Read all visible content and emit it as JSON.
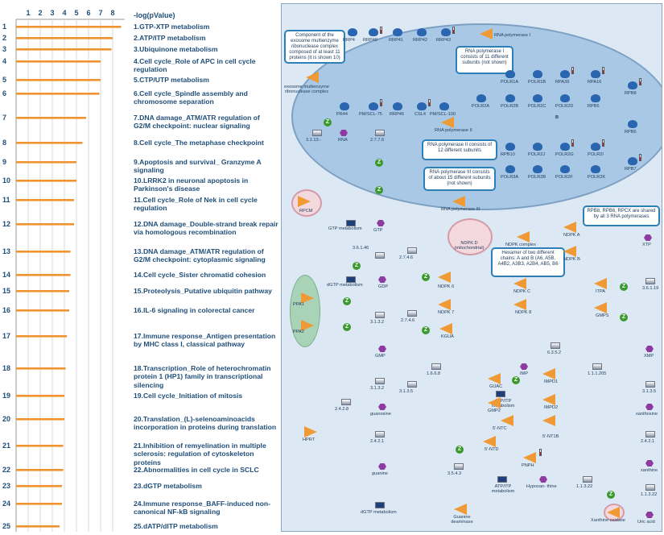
{
  "chart_data": {
    "type": "bar",
    "orientation": "horizontal",
    "xlabel": "-log(pValue)",
    "xticks": [
      1,
      2,
      3,
      4,
      5,
      6,
      7,
      8
    ],
    "xlim": [
      0,
      9
    ],
    "grid": true,
    "bar_color": "#f0932e",
    "categories": [
      "1",
      "2",
      "3",
      "4",
      "5",
      "6",
      "7",
      "8",
      "9",
      "10",
      "11",
      "12",
      "13",
      "14",
      "15",
      "16",
      "17",
      "18",
      "19",
      "20",
      "21",
      "22",
      "23",
      "24",
      "25"
    ],
    "values": [
      8.7,
      8.0,
      7.9,
      7.0,
      7.0,
      6.9,
      5.8,
      5.5,
      5.0,
      5.0,
      4.8,
      4.8,
      4.5,
      4.5,
      4.4,
      4.4,
      4.2,
      4.1,
      4.0,
      4.0,
      3.9,
      3.9,
      3.8,
      3.8,
      3.6
    ],
    "terms": [
      "1.GTP-XTP metabolism",
      "2.ATP/ITP metabolism",
      "3.Ubiquinone metabolism",
      "4.Cell cycle_Role of APC in cell cycle regulation",
      "5.CTP/UTP metabolism",
      "6.Cell cycle_Spindle assembly and chromosome separation",
      "7.DNA damage_ATM/ATR regulation of G2/M checkpoint: nuclear signaling",
      "8.Cell cycle_The metaphase checkpoint",
      "9.Apoptosis and survival_ Granzyme A signaling",
      "10.LRRK2 in neuronal apoptosis in Parkinson's disease",
      "11.Cell cycle_Role of Nek in cell cycle regulation",
      "12.DNA damage_Double-strand break repair via homologous recombination",
      "13.DNA damage_ATM/ATR regulation of G2/M checkpoint: cytoplasmic signaling",
      "14.Cell cycle_Sister chromatid cohesion",
      "15.Proteolysis_Putative ubiquitin pathway",
      "16.IL-6 signaling in colorectal cancer",
      "17.Immune response_Antigen presentation by MHC class I, classical pathway",
      "18.Transcription_Role of heterochromatin protein 1 (HP1) family in transcriptional silencing",
      "19.Cell cycle_Initiation of mitosis",
      "20.Translation_(L)-selenoaminoacids incorporation in proteins during translation",
      "21.Inhibition of remyelination in multiple sclerosis: regulation of cytoskeleton proteins",
      "22.Abnormalities in cell cycle in SCLC",
      "23.dGTP metabolism",
      "24.Immune response_BAFF-induced non-canonical NF-kB signaling",
      "25.dATP/dITP metabolism"
    ]
  },
  "map": {
    "callouts": [
      "Component of the exosome multienzyme ribonuclease complex composed of at least 11 proteins (it is shown 10)",
      "RNA polymerase I consists of 11 different subunits (not shown)",
      "RNA polymerase II consists of 12 different subunits",
      "RNA polymerase III consists of about 15 different subunits (not shown)",
      "RPB8, RPB6, RPCX are shared by all 3 RNA polymerases",
      "Hexamer of two different chains: A and B (A6, A5B, A4B2, A3B3, A2B4, AB5, B6"
    ],
    "labels": {
      "exosome": "exosome multienzyme ribonuclease complex",
      "polI": "RNA polymerase I",
      "polII": "RNA polymerase II",
      "polIII": "RNA polymerase III",
      "rpcm": "RPCM",
      "gtp_met": "GTP metabolism",
      "gtp": "GTP",
      "ndpkd": "NDPK D (mitochondrial)",
      "ndpk_complex": "NDPK complex",
      "ndpka": "NDPK A",
      "ndpkb": "NDPK B",
      "xtp": "XTP",
      "ec36146": "3.6.1.46",
      "ec2746": "2.7.4.6",
      "dgtp_met": "dGTP metabolism",
      "gdp": "GDP",
      "ndpk6": "NDPK 6",
      "ndpkc": "NDPK C",
      "itpa": "ITPA",
      "ec36119": "3.6.1.19",
      "ppa1": "PPA1",
      "ppa2": "PPA2",
      "ndpk7": "NDPK 7",
      "ndpk8": "NDPK 8",
      "gmps": "GMPS",
      "ec3132a": "3.1.3.2",
      "ec2746b": "2.7.4.6",
      "kgua": "KGUA",
      "gmp": "GMP",
      "ec6352": "6.3.5.2",
      "xmp": "XMP",
      "ec1668": "1.6.6.8",
      "imp": "IMP",
      "impd1": "IMPD1",
      "ec11205": "1.1.1.205",
      "ec3132b": "3.1.3.2",
      "ec3135": "3.1.3.5",
      "guac": "GUAC",
      "atp_met": "ATP/ITP metabolism",
      "gmp2": "GMP2",
      "impd2": "IMPD2",
      "ec3135b": "3.1.3.5",
      "ec2428": "2.4.2.8",
      "guanosine": "guanosine",
      "ntc": "5'-NTC",
      "nt1b": "5'-NT1B",
      "xanthosine": "xanthosine",
      "hprt": "HPRT",
      "ec2421a": "2.4.2.1",
      "ntd": "5'-NTD",
      "ec2421b": "2.4.2.1",
      "pnph": "PNPH",
      "xanthine": "xanthine",
      "guanine": "guanine",
      "ec3543": "3.5.4.3",
      "atp_met2": "ATP/ITP metabolism",
      "hypoxanthine": "Hypoxan- thine",
      "ec11322a": "1.1.3.22",
      "ec11322b": "1.1.3.22",
      "dgtp_met2": "dGTP metabolism",
      "guanine_deaminase": "Guanine deaminase",
      "xanthine_oxidase": "Xanthine oxidase",
      "uric_acid": "Uric acid",
      "ec3113": "3.1.13.-",
      "rna": "RNA",
      "ec2776": "2.7.7.6",
      "b_label": "B"
    },
    "proteins": [
      "RRP4",
      "RRP40",
      "RRP41",
      "RRP42",
      "RRP43",
      "PM/SCL-75",
      "RRP46",
      "CSL4",
      "PM/SCL-100",
      "PR44"
    ],
    "polymerase_subunits": [
      "POLR1A",
      "POLR1B",
      "RPA39",
      "RPA16",
      "RPB8",
      "POLR2A",
      "POLR2B",
      "POLR2C",
      "POLR2D",
      "RPB5",
      "RPB6",
      "RPB10",
      "POLR2J",
      "POLR2G",
      "POLR2I",
      "POLR3A",
      "POLR3B",
      "POLR2F",
      "POLR2K",
      "RPB7"
    ]
  }
}
